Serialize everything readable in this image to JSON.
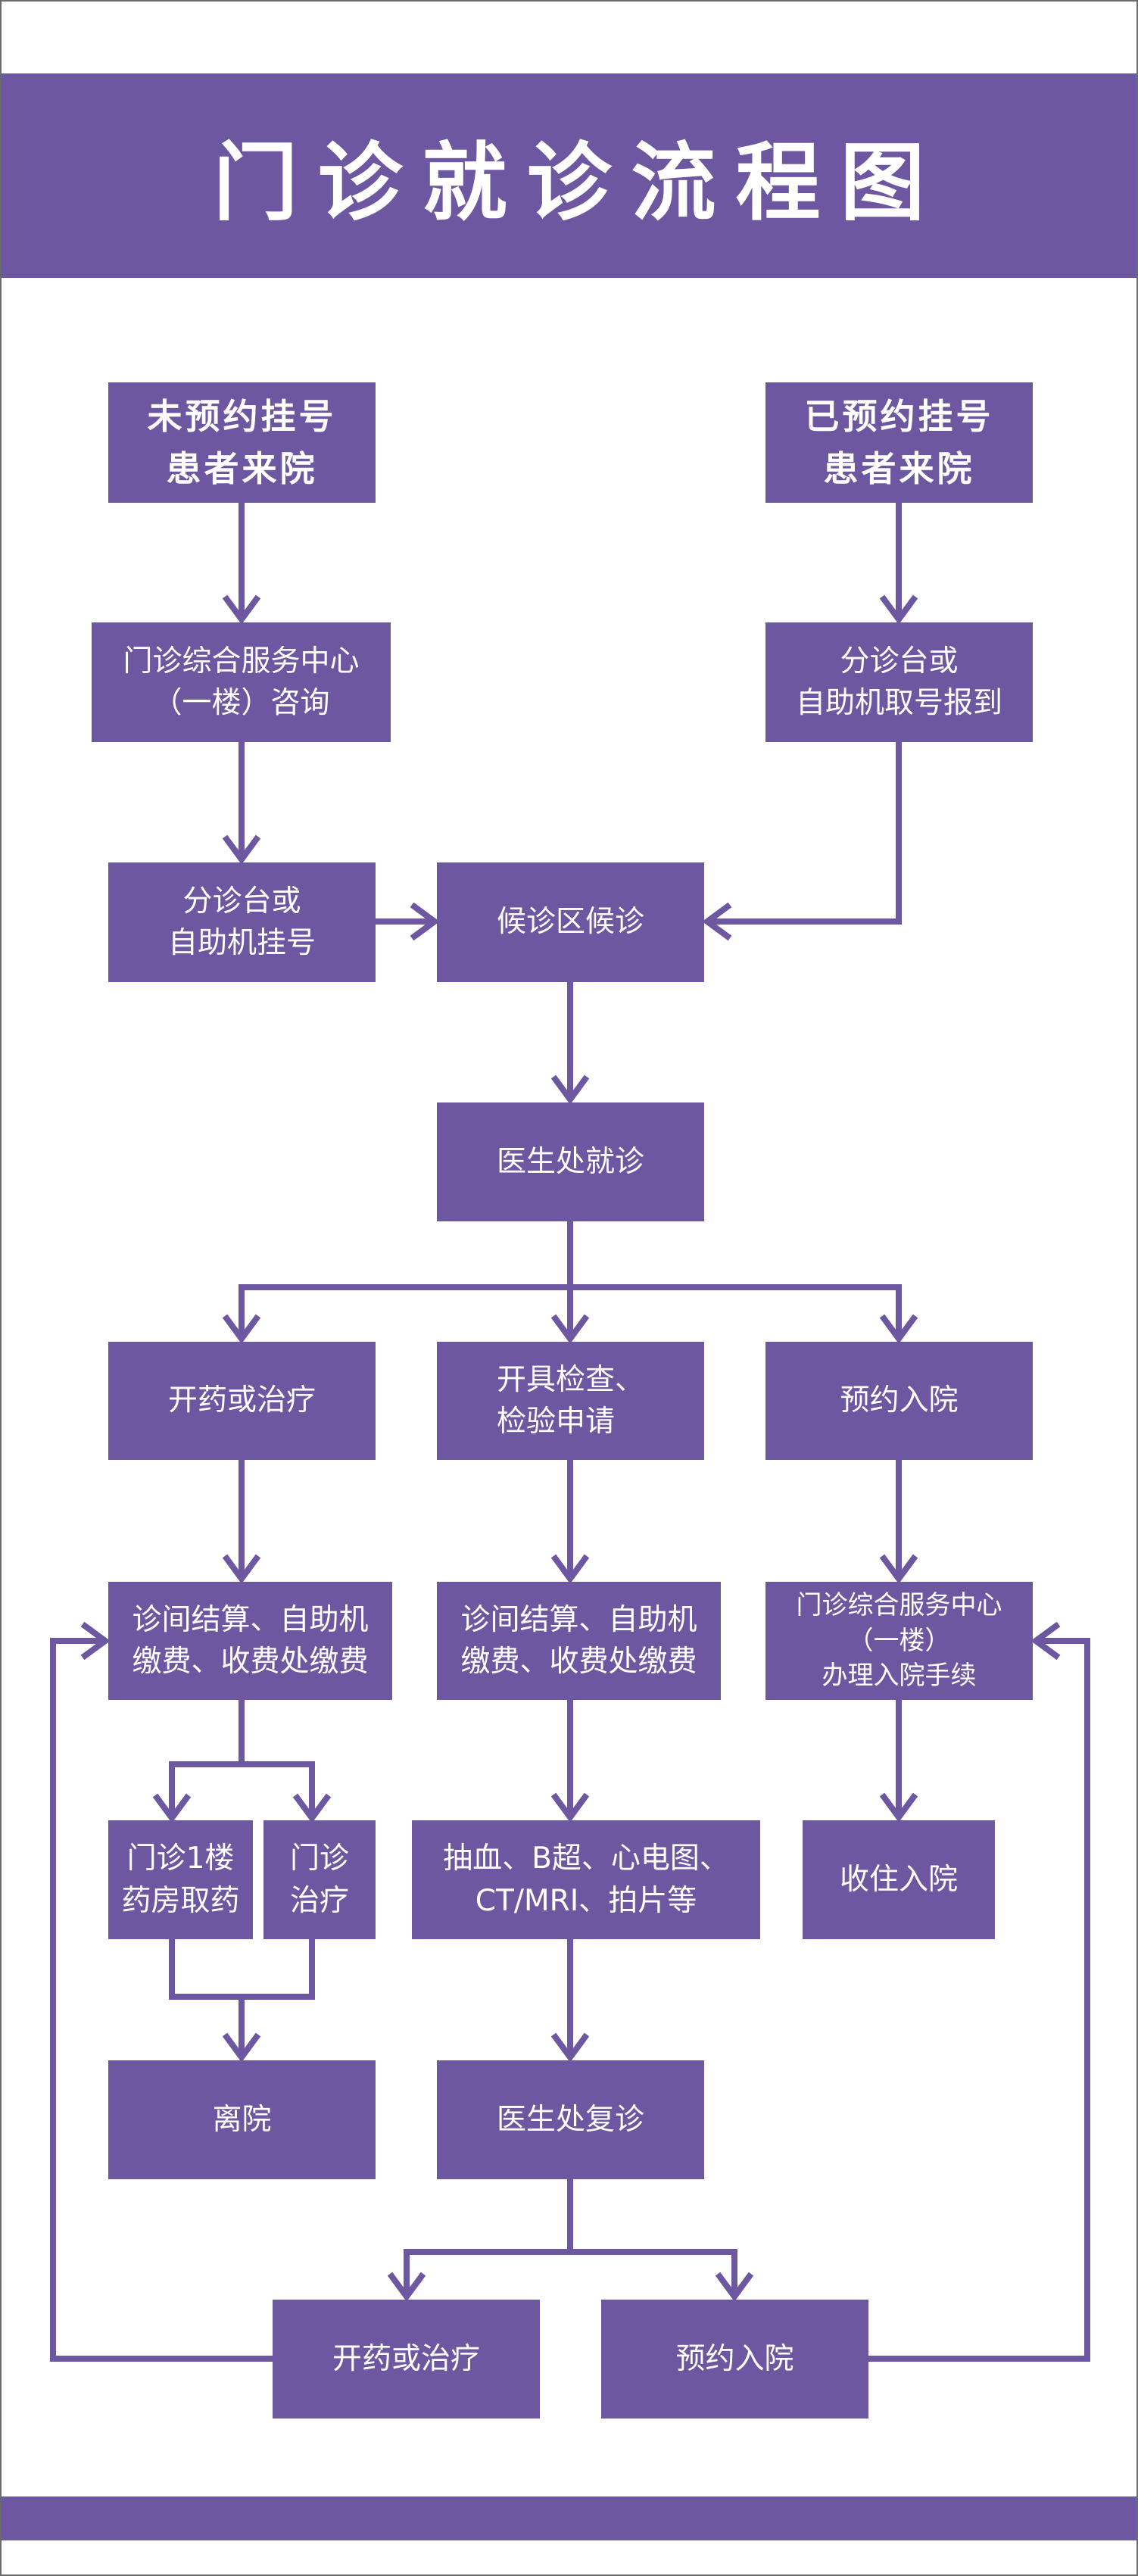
{
  "title": "门诊就诊流程图",
  "colors": {
    "primary": "#6E57A1",
    "text_on_primary": "#FFFFFF",
    "background": "#FFFFFF"
  },
  "nodes": {
    "unbooked_arrival": {
      "lines": [
        "未预约挂号",
        "患者来院"
      ]
    },
    "booked_arrival": {
      "lines": [
        "已预约挂号",
        "患者来院"
      ]
    },
    "service_center_consult": {
      "lines": [
        "门诊综合服务中心",
        "（一楼）咨询"
      ]
    },
    "triage_register": {
      "lines": [
        "分诊台或",
        "自助机挂号"
      ]
    },
    "triage_checkin": {
      "lines": [
        "分诊台或",
        "自助机取号报到"
      ]
    },
    "waiting_area": {
      "lines": [
        "候诊区候诊"
      ]
    },
    "doctor_visit": {
      "lines": [
        "医生处就诊"
      ]
    },
    "prescribe_treat": {
      "lines": [
        "开药或治疗"
      ]
    },
    "exam_request": {
      "lines": [
        "开具检查、",
        "检验申请"
      ]
    },
    "book_admission": {
      "lines": [
        "预约入院"
      ]
    },
    "payment_left": {
      "lines": [
        "诊间结算、自助机",
        "缴费、收费处缴费"
      ]
    },
    "payment_mid": {
      "lines": [
        "诊间结算、自助机",
        "缴费、收费处缴费"
      ]
    },
    "admission_procedures": {
      "lines": [
        "门诊综合服务中心",
        "（一楼）",
        "办理入院手续"
      ]
    },
    "pharmacy": {
      "lines": [
        "门诊1楼",
        "药房取药"
      ]
    },
    "outpatient_treatment": {
      "lines": [
        "门诊",
        "治疗"
      ]
    },
    "exams": {
      "lines": [
        "抽血、B超、心电图、",
        "CT/MRI、拍片等"
      ]
    },
    "admitted": {
      "lines": [
        "收住入院"
      ]
    },
    "leave_hospital": {
      "lines": [
        "离院"
      ]
    },
    "doctor_revisit": {
      "lines": [
        "医生处复诊"
      ]
    },
    "prescribe_treat_2": {
      "lines": [
        "开药或治疗"
      ]
    },
    "book_admission_2": {
      "lines": [
        "预约入院"
      ]
    }
  },
  "edges": [
    [
      "unbooked_arrival",
      "service_center_consult"
    ],
    [
      "service_center_consult",
      "triage_register"
    ],
    [
      "triage_register",
      "waiting_area"
    ],
    [
      "booked_arrival",
      "triage_checkin"
    ],
    [
      "triage_checkin",
      "waiting_area"
    ],
    [
      "waiting_area",
      "doctor_visit"
    ],
    [
      "doctor_visit",
      "prescribe_treat"
    ],
    [
      "doctor_visit",
      "exam_request"
    ],
    [
      "doctor_visit",
      "book_admission"
    ],
    [
      "prescribe_treat",
      "payment_left"
    ],
    [
      "exam_request",
      "payment_mid"
    ],
    [
      "book_admission",
      "admission_procedures"
    ],
    [
      "payment_left",
      "pharmacy"
    ],
    [
      "payment_left",
      "outpatient_treatment"
    ],
    [
      "pharmacy",
      "leave_hospital"
    ],
    [
      "outpatient_treatment",
      "leave_hospital"
    ],
    [
      "payment_mid",
      "exams"
    ],
    [
      "exams",
      "doctor_revisit"
    ],
    [
      "admission_procedures",
      "admitted"
    ],
    [
      "doctor_revisit",
      "prescribe_treat_2"
    ],
    [
      "doctor_revisit",
      "book_admission_2"
    ],
    [
      "prescribe_treat_2",
      "payment_left"
    ],
    [
      "book_admission_2",
      "admission_procedures"
    ]
  ]
}
